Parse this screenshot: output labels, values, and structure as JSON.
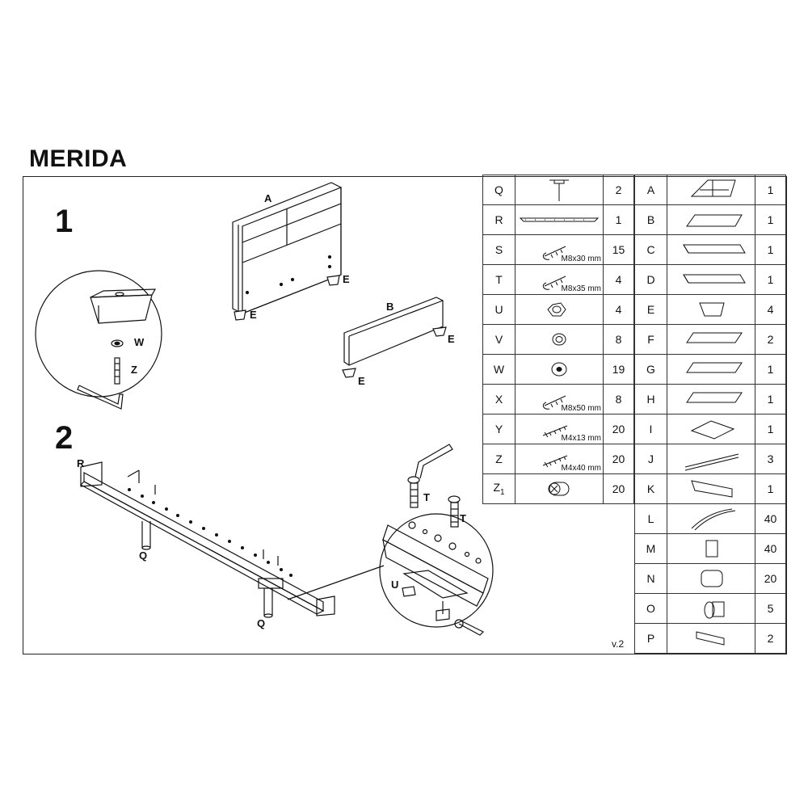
{
  "title": "MERIDA",
  "steps": {
    "one": "1",
    "two": "2"
  },
  "labels": {
    "headboard": "A",
    "footboard": "B",
    "foot": "E",
    "washer": "W",
    "bolt": "Z",
    "bar_end": "R",
    "leg": "Q",
    "screw": "T",
    "nut": "U"
  },
  "version": "v.2",
  "left_table": [
    {
      "code": "Q",
      "icon": "leg-plate-icon",
      "size": "",
      "qty": "2"
    },
    {
      "code": "R",
      "icon": "center-rail-icon",
      "size": "",
      "qty": "1"
    },
    {
      "code": "S",
      "icon": "bolt-icon",
      "size": "M8x30 mm",
      "qty": "15"
    },
    {
      "code": "T",
      "icon": "bolt-icon",
      "size": "M8x35 mm",
      "qty": "4"
    },
    {
      "code": "U",
      "icon": "hex-nut-icon",
      "size": "",
      "qty": "4"
    },
    {
      "code": "V",
      "icon": "spring-washer-icon",
      "size": "",
      "qty": "8"
    },
    {
      "code": "W",
      "icon": "flat-washer-icon",
      "size": "",
      "qty": "19"
    },
    {
      "code": "X",
      "icon": "bolt-icon",
      "size": "M8x50 mm",
      "qty": "8"
    },
    {
      "code": "Y",
      "icon": "wood-screw-icon",
      "size": "M4x13 mm",
      "qty": "20"
    },
    {
      "code": "Z",
      "icon": "wood-screw-icon",
      "size": "M4x40 mm",
      "qty": "20"
    },
    {
      "code": "Z",
      "code_sub": "1",
      "icon": "cam-nut-icon",
      "size": "",
      "qty": "20"
    }
  ],
  "right_table": [
    {
      "code": "A",
      "icon": "headboard-panel-icon",
      "qty": "1"
    },
    {
      "code": "B",
      "icon": "footboard-panel-icon",
      "qty": "1"
    },
    {
      "code": "C",
      "icon": "side-rail-icon",
      "qty": "1"
    },
    {
      "code": "D",
      "icon": "side-rail-icon",
      "qty": "1"
    },
    {
      "code": "E",
      "icon": "foot-block-icon",
      "qty": "4"
    },
    {
      "code": "F",
      "icon": "board-icon",
      "qty": "2"
    },
    {
      "code": "G",
      "icon": "board-icon",
      "qty": "1"
    },
    {
      "code": "H",
      "icon": "board-icon",
      "qty": "1"
    },
    {
      "code": "I",
      "icon": "sheet-icon",
      "qty": "1"
    },
    {
      "code": "J",
      "icon": "slat-rail-icon",
      "qty": "3"
    },
    {
      "code": "K",
      "icon": "panel-icon",
      "qty": "1"
    },
    {
      "code": "L",
      "icon": "slat-icon",
      "qty": "40"
    },
    {
      "code": "M",
      "icon": "slat-holder-icon",
      "qty": "40"
    },
    {
      "code": "N",
      "icon": "slat-cap-icon",
      "qty": "20"
    },
    {
      "code": "O",
      "icon": "bracket-icon",
      "qty": "5"
    },
    {
      "code": "P",
      "icon": "corner-bracket-icon",
      "qty": "2"
    }
  ]
}
